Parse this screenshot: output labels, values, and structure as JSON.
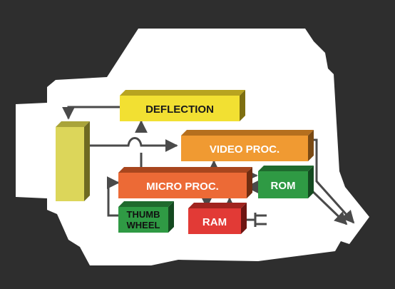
{
  "diagram": {
    "blocks": {
      "deflection": {
        "label": "DEFLECTION",
        "color": "#f2e032"
      },
      "video_proc": {
        "label": "VIDEO PROC.",
        "color": "#f09a32"
      },
      "micro_proc": {
        "label": "MICRO PROC.",
        "color": "#ec6a36"
      },
      "rom": {
        "label": "ROM",
        "color": "#2f9a44"
      },
      "thumb_wheel": {
        "label_line1": "THUMB",
        "label_line2": "WHEEL",
        "color": "#2f9a44"
      },
      "ram": {
        "label": "RAM",
        "color": "#e23a36"
      },
      "pickup_tube": {
        "color": "#dcd65a"
      }
    },
    "colors": {
      "background": "#2e2e2e",
      "camera_body": "#ffffff",
      "wire": "#4a4a4a",
      "label_dark": "#1a1a1a",
      "label_light": "#ffffff"
    }
  }
}
